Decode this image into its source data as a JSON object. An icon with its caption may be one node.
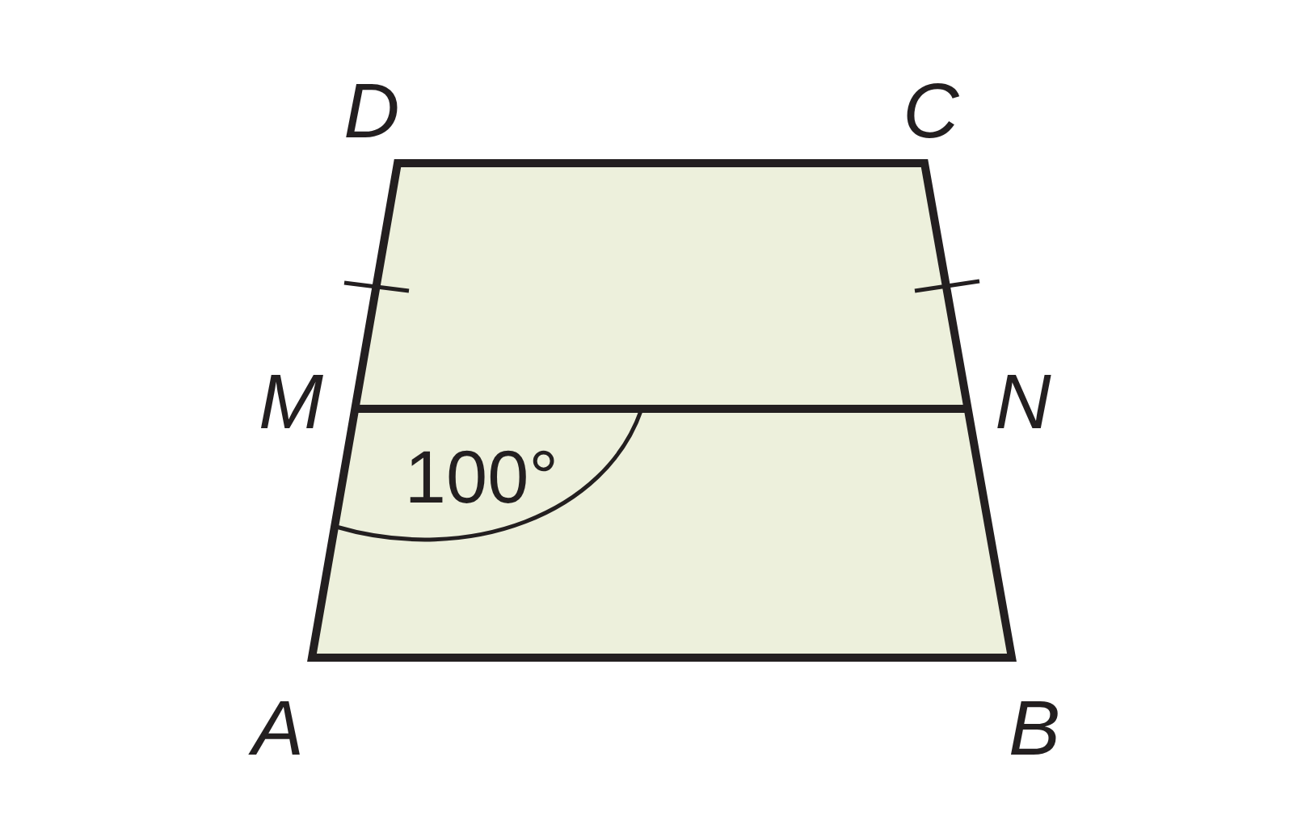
{
  "diagram": {
    "labels": [
      "D",
      "C",
      "M",
      "N",
      "100°",
      "A",
      "B"
    ]
  }
}
